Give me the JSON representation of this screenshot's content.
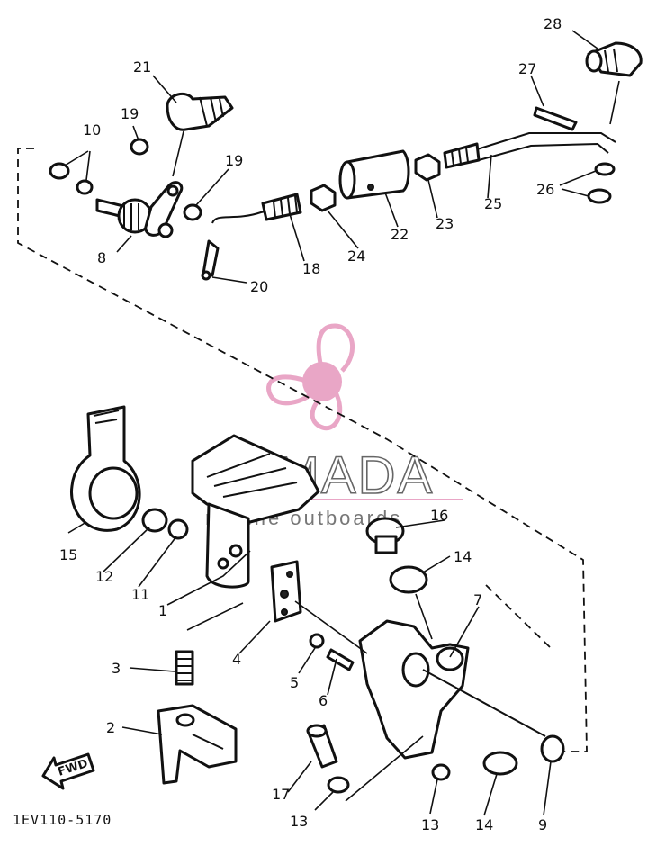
{
  "figure_code": "1EV110-5170",
  "fwd_label": "FWD",
  "watermark": {
    "title": "ARMADA",
    "subtitle": "marine outboards",
    "logo_color": "#e9a6c6",
    "rule_color": "#e9a6c6"
  },
  "callouts": {
    "c1": "1",
    "c2": "2",
    "c3": "3",
    "c4": "4",
    "c5": "5",
    "c6": "6",
    "c7": "7",
    "c8": "8",
    "c9": "9",
    "c10": "10",
    "c11": "11",
    "c12": "12",
    "c13a": "13",
    "c13b": "13",
    "c14a": "14",
    "c14b": "14",
    "c15": "15",
    "c16": "16",
    "c17": "17",
    "c18": "18",
    "c19a": "19",
    "c19b": "19",
    "c20": "20",
    "c21": "21",
    "c22": "22",
    "c23": "23",
    "c24": "24",
    "c25": "25",
    "c26": "26",
    "c27": "27",
    "c28": "28"
  }
}
